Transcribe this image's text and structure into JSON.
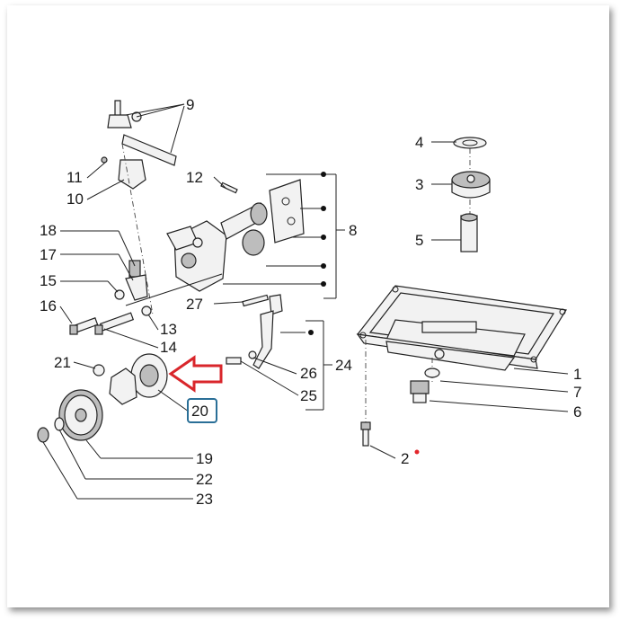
{
  "labels": {
    "l1": "1",
    "l2": "2",
    "l3": "3",
    "l4": "4",
    "l5": "5",
    "l6": "6",
    "l7": "7",
    "l8": "8",
    "l9": "9",
    "l10": "10",
    "l11": "11",
    "l12": "12",
    "l13": "13",
    "l14": "14",
    "l15": "15",
    "l16": "16",
    "l17": "17",
    "l18": "18",
    "l19": "19",
    "l20": "20",
    "l21": "21",
    "l22": "22",
    "l23": "23",
    "l24": "24",
    "l25": "25",
    "l26": "26",
    "l27": "27"
  },
  "highlight": {
    "part": "20",
    "box_color": "#2a6f97",
    "arrow_color": "#d9262b"
  },
  "marker_color": "#e3262b"
}
